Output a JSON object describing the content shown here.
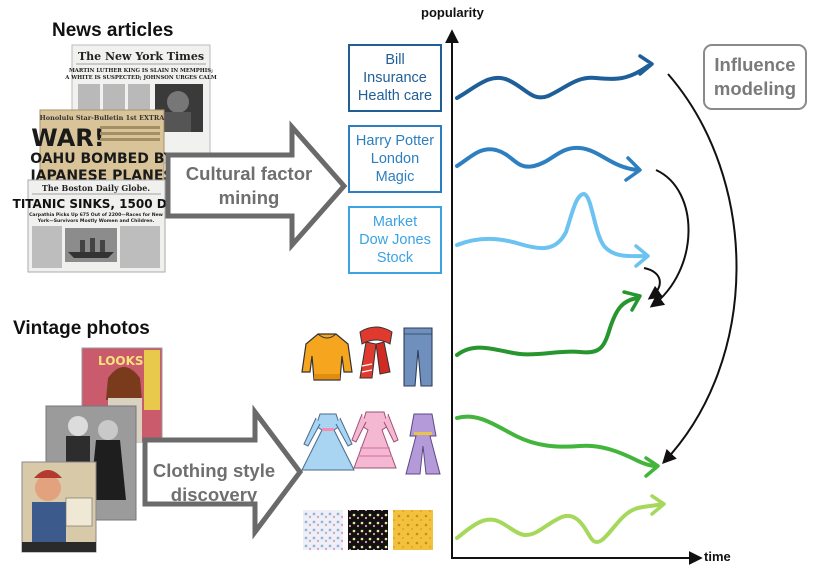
{
  "headings": {
    "news": "News articles",
    "vintage": "Vintage photos"
  },
  "newspapers": {
    "nyt_title": "The New York Times",
    "nyt_headline1": "MARTIN LUTHER KING IS SLAIN IN MEMPHIS;",
    "nyt_headline2": "A WHITE IS SUSPECTED; JOHNSON URGES CALM",
    "honolulu_title": "Honolulu Star-Bulletin 1st EXTRA",
    "honolulu_war": "WAR!",
    "honolulu_line1": "OAHU BOMBED BY",
    "honolulu_line2": "JAPANESE PLANES",
    "boston_title": "The Boston Daily Globe.",
    "boston_headline": "TITANIC SINKS, 1500 DIE",
    "boston_sub1": "Carpathia Picks Up 675 Out of 2200—Races for New",
    "boston_sub2": "York—Survivors Mostly Women and Children."
  },
  "magazine": {
    "title": "LOOKS"
  },
  "process_arrows": {
    "cultural": [
      "Cultural factor",
      "mining"
    ],
    "clothing": [
      "Clothing style",
      "discovery"
    ]
  },
  "topics": [
    {
      "lines": [
        "Bill",
        "Insurance",
        "Health care"
      ],
      "color": "#1f5f95"
    },
    {
      "lines": [
        "Harry Potter",
        "London",
        "Magic"
      ],
      "color": "#2b7fbf"
    },
    {
      "lines": [
        "Market",
        "Dow Jones",
        "Stock"
      ],
      "color": "#3aa3e4"
    }
  ],
  "influence": [
    "Influence",
    "modeling"
  ],
  "axes": {
    "y_label": "popularity",
    "x_label": "time"
  },
  "curve_colors": {
    "topic1": "#1e5f99",
    "topic2": "#2d7fc0",
    "topic3": "#6cc2f0",
    "style1": "#27962f",
    "style2": "#43b43c",
    "style3": "#a6d85c"
  },
  "icons": [
    "sweater-icon",
    "scarf-icon",
    "jeans-icon",
    "blue-dress-icon",
    "pink-dress-icon",
    "purple-outfit-icon",
    "floral-pattern-icon",
    "black-pattern-icon",
    "yellow-pattern-icon"
  ]
}
